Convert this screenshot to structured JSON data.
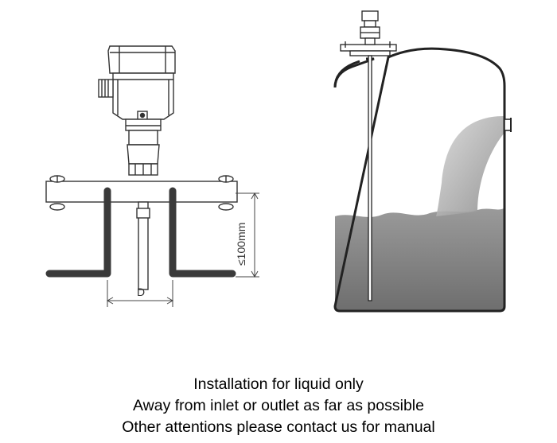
{
  "dimensions": {
    "nozzle_height": "≤100mm",
    "nozzle_diameter": "D"
  },
  "captions": {
    "line1": "Installation for liquid only",
    "line2": "Away from inlet or outlet as far as possible",
    "line3": "Other attentions please contact us for manual"
  }
}
